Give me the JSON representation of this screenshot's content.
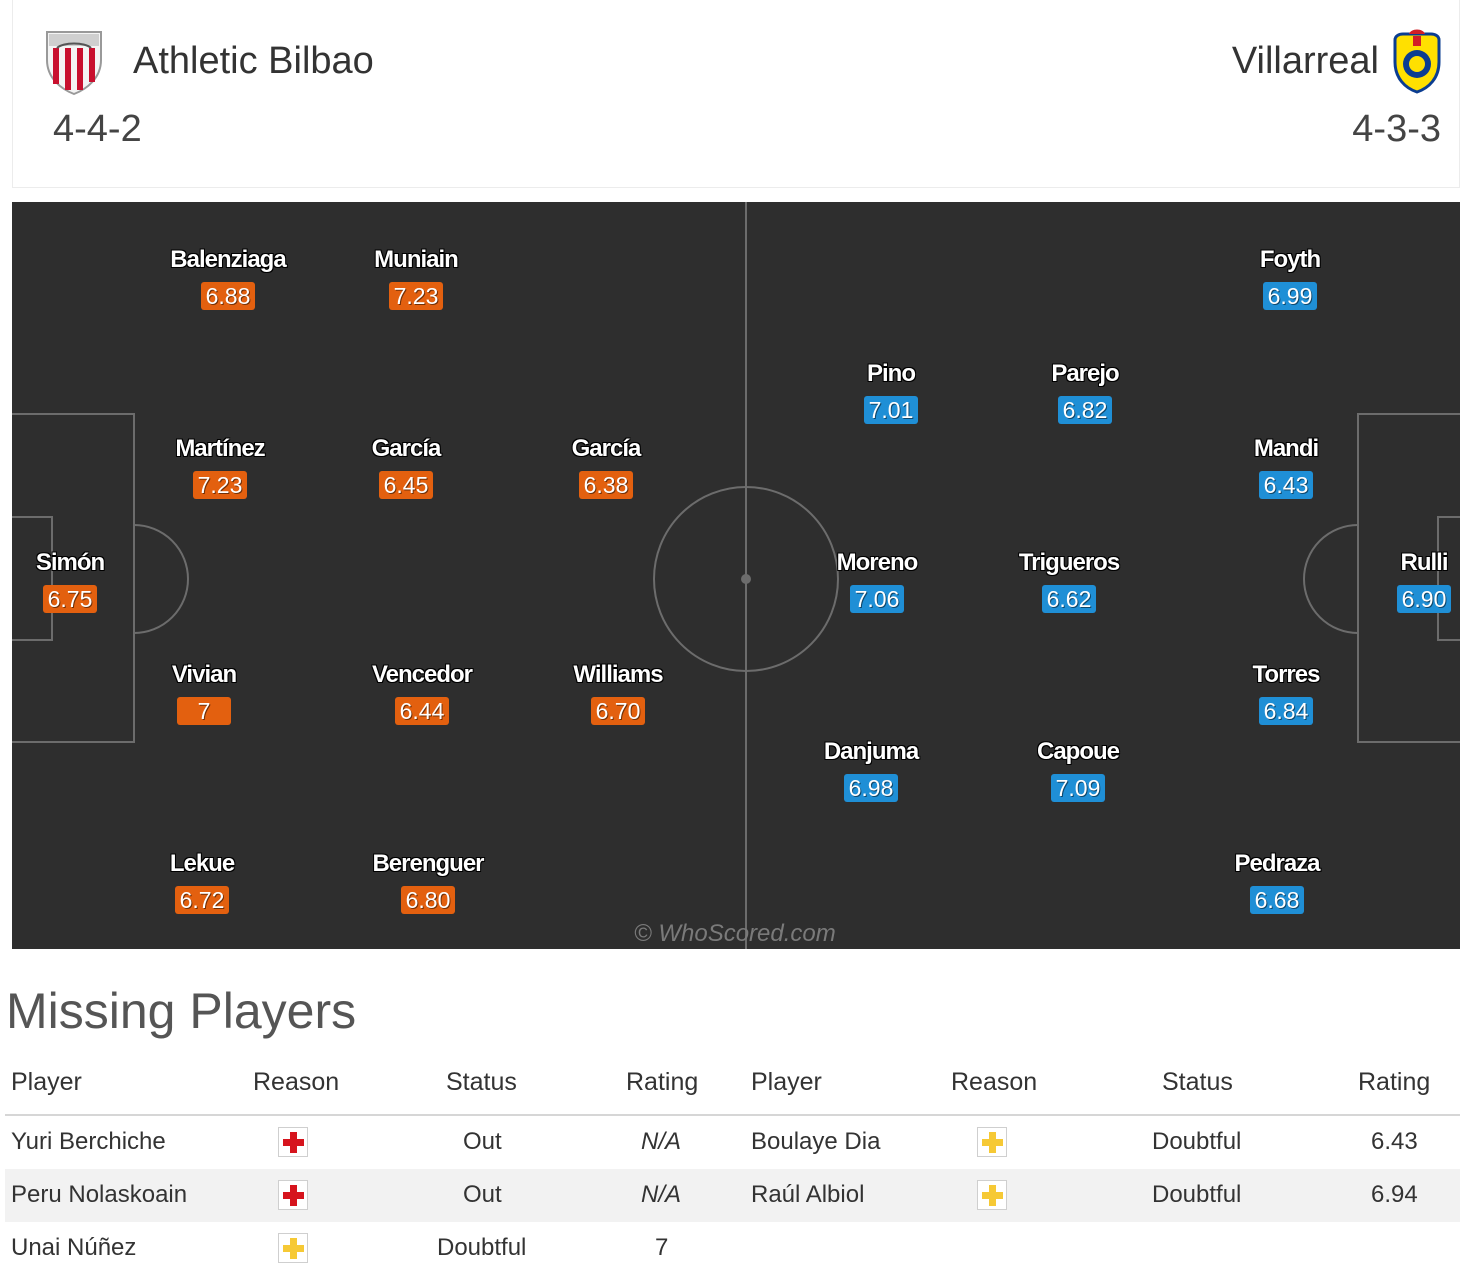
{
  "home": {
    "name": "Athletic Bilbao",
    "formation": "4-4-2",
    "crest": "athletic-bilbao-crest",
    "players": [
      {
        "name": "Balenziaga",
        "rating": "6.88"
      },
      {
        "name": "Muniain",
        "rating": "7.23"
      },
      {
        "name": "Martínez",
        "rating": "7.23"
      },
      {
        "name": "García",
        "rating": "6.45"
      },
      {
        "name": "García",
        "rating": "6.38"
      },
      {
        "name": "Simón",
        "rating": "6.75"
      },
      {
        "name": "Vivian",
        "rating": "7"
      },
      {
        "name": "Vencedor",
        "rating": "6.44"
      },
      {
        "name": "Williams",
        "rating": "6.70"
      },
      {
        "name": "Lekue",
        "rating": "6.72"
      },
      {
        "name": "Berenguer",
        "rating": "6.80"
      }
    ]
  },
  "away": {
    "name": "Villarreal",
    "formation": "4-3-3",
    "crest": "villarreal-crest",
    "players": [
      {
        "name": "Foyth",
        "rating": "6.99"
      },
      {
        "name": "Pino",
        "rating": "7.01"
      },
      {
        "name": "Parejo",
        "rating": "6.82"
      },
      {
        "name": "Mandi",
        "rating": "6.43"
      },
      {
        "name": "Moreno",
        "rating": "7.06"
      },
      {
        "name": "Trigueros",
        "rating": "6.62"
      },
      {
        "name": "Rulli",
        "rating": "6.90"
      },
      {
        "name": "Torres",
        "rating": "6.84"
      },
      {
        "name": "Danjuma",
        "rating": "6.98"
      },
      {
        "name": "Capoue",
        "rating": "7.09"
      },
      {
        "name": "Pedraza",
        "rating": "6.68"
      }
    ]
  },
  "colors": {
    "home_rating": "#e3600f",
    "away_rating": "#1f8fd6",
    "pitch": "#2e2e2e",
    "injury": "#d6141d",
    "doubtful": "#f6c935"
  },
  "watermark": "© WhoScored.com",
  "missing": {
    "title": "Missing Players",
    "headers": {
      "player": "Player",
      "reason": "Reason",
      "status": "Status",
      "rating": "Rating"
    },
    "home": [
      {
        "player": "Yuri Berchiche",
        "reason": "injury-icon",
        "status": "Out",
        "rating": "N/A"
      },
      {
        "player": "Peru Nolaskoain",
        "reason": "injury-icon",
        "status": "Out",
        "rating": "N/A"
      },
      {
        "player": "Unai Núñez",
        "reason": "doubtful-icon",
        "status": "Doubtful",
        "rating": "7"
      }
    ],
    "away": [
      {
        "player": "Boulaye Dia",
        "reason": "doubtful-icon",
        "status": "Doubtful",
        "rating": "6.43"
      },
      {
        "player": "Raúl Albiol",
        "reason": "doubtful-icon",
        "status": "Doubtful",
        "rating": "6.94"
      }
    ]
  }
}
